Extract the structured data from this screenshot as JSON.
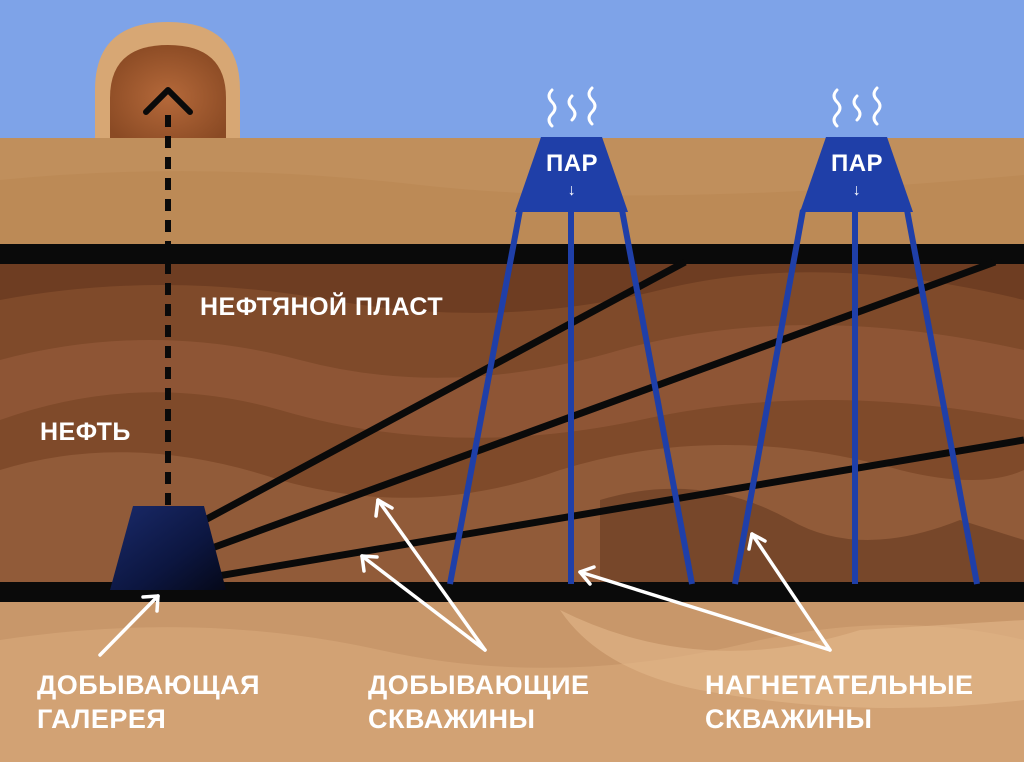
{
  "labels": {
    "oil_layer": "НЕФТЯНОЙ ПЛАСТ",
    "oil": "НЕФТЬ",
    "steam_left": "ПАР",
    "steam_right": "ПАР",
    "steam_arrow": "↓",
    "gallery_line1": "ДОБЫВАЮЩАЯ",
    "gallery_line2": "ГАЛЕРЕЯ",
    "production_wells_line1": "ДОБЫВАЮЩИЕ",
    "production_wells_line2": "СКВАЖИНЫ",
    "injection_wells_line1": "НАГНЕТАТЕЛЬНЫЕ",
    "injection_wells_line2": "СКВАЖИНЫ"
  },
  "colors": {
    "sky": "#7ea3e8",
    "surface": "#c08f5c",
    "oil_layer": "#8a5230",
    "bedrock": "#c8976a",
    "boundary": "#0a0a0a",
    "steam_wells": "#1f3fa8",
    "gallery": "#0c1640",
    "tank": "#b9783d",
    "text": "#ffffff"
  }
}
